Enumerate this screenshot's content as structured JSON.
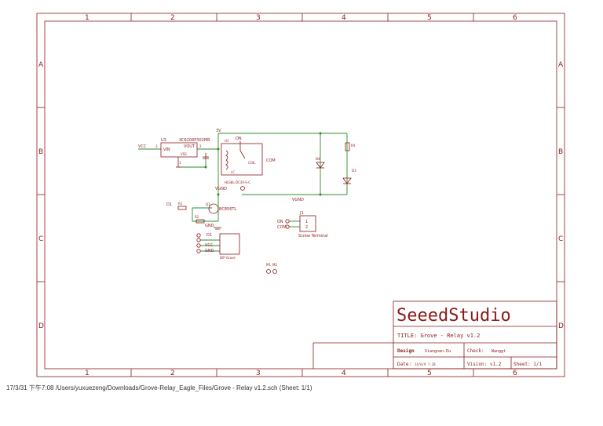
{
  "colors": {
    "line": "#8b1a1a",
    "wire": "#2e8b2e",
    "text": "#333333"
  },
  "zones": {
    "columns": [
      "1",
      "2",
      "3",
      "4",
      "5",
      "6"
    ],
    "rows": [
      "A",
      "B",
      "C",
      "D"
    ]
  },
  "title_block": {
    "company": "SeeedStudio",
    "title": "TITLE: Grove - Relay v1.2",
    "design_label": "Design",
    "design_value": "Xiangnan.Du",
    "check_label": "Check:",
    "check_value": "Wanggt",
    "date_label": "Date:",
    "date_value": "14/6/9 7:28",
    "version": "Vision: v1.2",
    "sheet": "Sheet: 1/1"
  },
  "schematic": {
    "u3_ref": "U3",
    "u3_part": "XC6206P302MR",
    "u3_vin": "VIN",
    "u3_vout": "VOUT",
    "u3_vss": "VSS",
    "vcc_in": "VCC",
    "pin_3": "3",
    "pin_2": "2",
    "pin_1": "1",
    "rail_3v": "3V",
    "u1_ref": "U1",
    "on": "ON",
    "coil": "COIL",
    "lc": "LC",
    "relay_part": "HLS8L-DC3V-S-C",
    "vgnd_left": "VGND",
    "vgnd_right": "VGND",
    "com": "COM",
    "d4": "D4",
    "d3": "D3",
    "r_led": "R4",
    "d1_label": "D1",
    "r_base": "R1",
    "q1": "Q1",
    "transistor": "BC856TL",
    "r2": "R2",
    "gnd": "GND",
    "j1": "J1",
    "screw_pins": [
      "1",
      "2"
    ],
    "screw_terminal": "Screw Terminal",
    "j2_d1": "D1",
    "j2_vcc": "VCC",
    "j2_gnd": "GND",
    "grove": "DIP Grove",
    "mnt_a": "M1",
    "mnt_b": "M2"
  },
  "footer": "17/3/31 下午7:08  /Users/yuxuezeng/Downloads/Grove-Relay_Eagle_Files/Grove - Relay v1.2.sch (Sheet: 1/1)"
}
